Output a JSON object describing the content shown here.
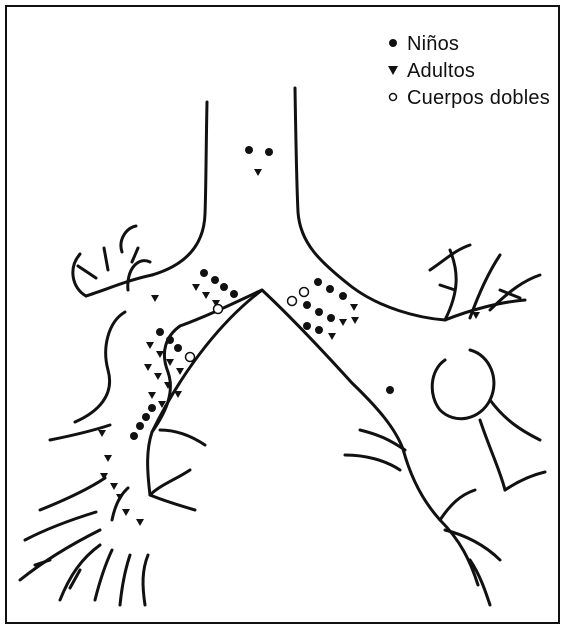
{
  "legend": {
    "items": [
      {
        "symbol": "filled-circle",
        "label": "Niños"
      },
      {
        "symbol": "filled-triangle",
        "label": "Adultos"
      },
      {
        "symbol": "open-circle",
        "label": "Cuerpos dobles"
      }
    ]
  },
  "colors": {
    "ink": "#111111",
    "background": "#ffffff"
  },
  "diagram": {
    "subject": "airway-tree",
    "marker_groups": [
      {
        "name": "trachea-markers",
        "symbols": [
          "filled-circle",
          "filled-circle",
          "filled-triangle"
        ]
      },
      {
        "name": "right-main-bronchus-markers",
        "symbols": [
          "filled-circle",
          "filled-triangle",
          "open-circle"
        ]
      },
      {
        "name": "right-lower-bronchus-markers",
        "symbols": [
          "filled-circle",
          "filled-triangle",
          "open-circle"
        ]
      },
      {
        "name": "left-main-bronchus-markers",
        "symbols": [
          "filled-circle",
          "filled-triangle",
          "open-circle"
        ]
      },
      {
        "name": "left-lower-lobe-marker",
        "symbols": [
          "filled-circle"
        ]
      },
      {
        "name": "left-upper-lobe-marker",
        "symbols": [
          "filled-triangle"
        ]
      }
    ]
  }
}
